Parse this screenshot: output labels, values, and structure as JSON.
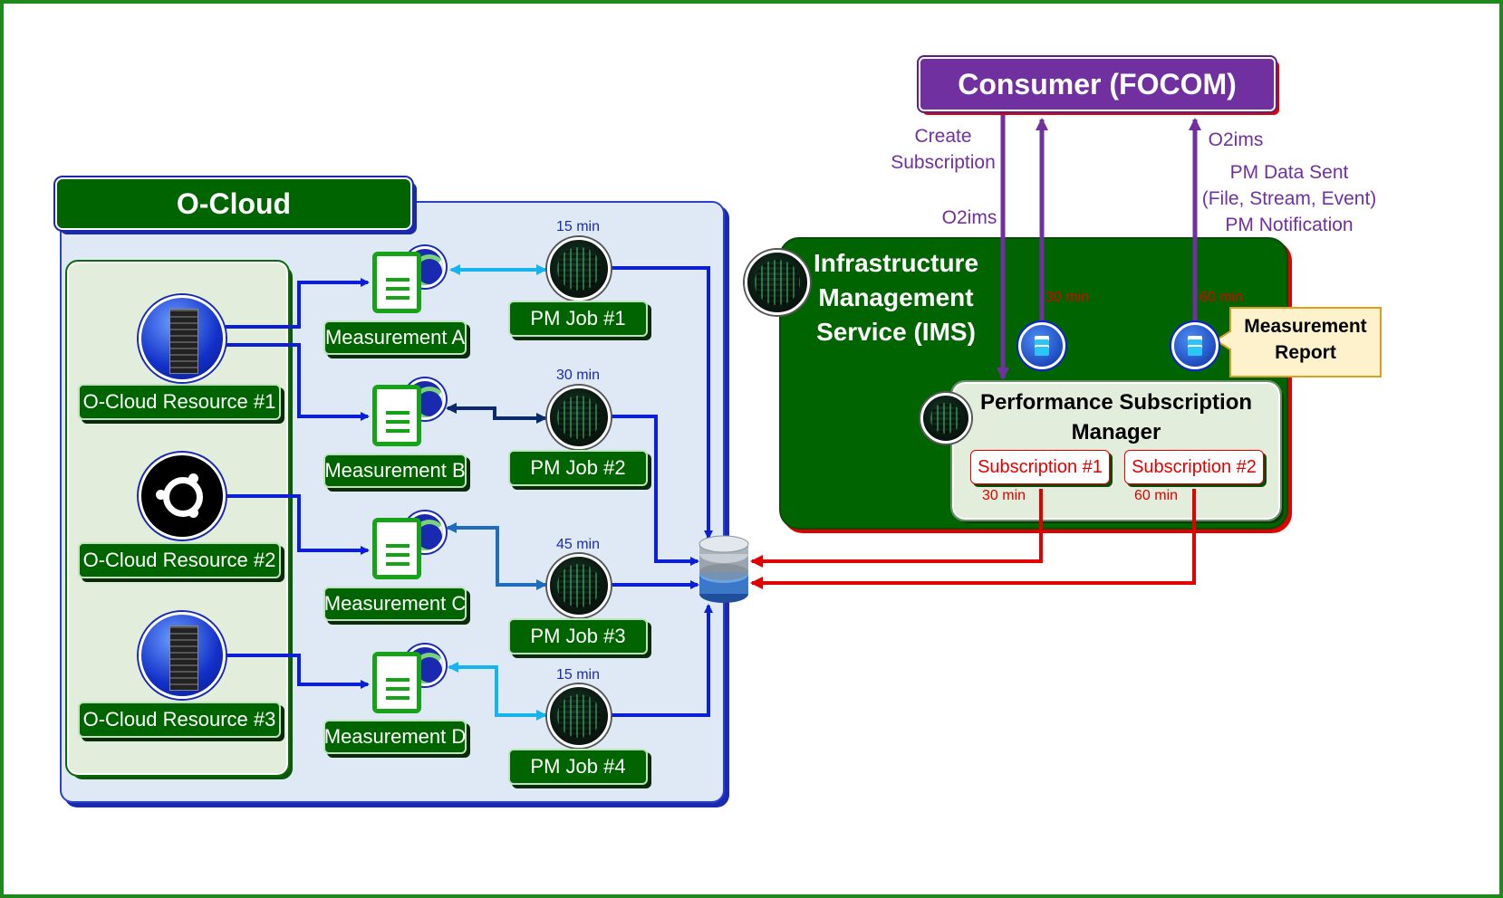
{
  "consumer": {
    "title": "Consumer (FOCOM)"
  },
  "flows": {
    "create_subscription": "Create\nSubscription",
    "o2ims_left": "O2ims",
    "o2ims_right": "O2ims",
    "pm_data_sent": "PM Data Sent\n(File, Stream, Event)\nPM Notification"
  },
  "ocloud": {
    "title": "O-Cloud"
  },
  "resources": [
    {
      "label": "O-Cloud Resource #1",
      "icon": "server-icon"
    },
    {
      "label": "O-Cloud Resource #2",
      "icon": "ubuntu-icon"
    },
    {
      "label": "O-Cloud Resource #3",
      "icon": "server-icon"
    }
  ],
  "measurements": [
    {
      "label": "Measurement A"
    },
    {
      "label": "Measurement B"
    },
    {
      "label": "Measurement C"
    },
    {
      "label": "Measurement D"
    }
  ],
  "pm_jobs": [
    {
      "label": "PM Job #1",
      "interval": "15 min"
    },
    {
      "label": "PM Job #2",
      "interval": "30 min"
    },
    {
      "label": "PM Job #3",
      "interval": "45 min"
    },
    {
      "label": "PM Job #4",
      "interval": "15 min"
    }
  ],
  "ims": {
    "title": "Infrastructure\nManagement\nService (IMS)",
    "report_interval_1": "30 min",
    "report_interval_2": "60 min",
    "measurement_report": "Measurement\nReport"
  },
  "psm": {
    "title": "Performance Subscription\nManager",
    "subscriptions": [
      {
        "label": "Subscription #1",
        "interval": "30 min"
      },
      {
        "label": "Subscription #2",
        "interval": "60 min"
      }
    ]
  },
  "colors": {
    "dark_green": "#006400",
    "purple": "#7030a0",
    "red": "#e00000",
    "blue": "#0a1fd6",
    "light_blue": "#16b4ee",
    "mid_blue": "#1e6cc0",
    "navy": "#0b2a6b"
  }
}
